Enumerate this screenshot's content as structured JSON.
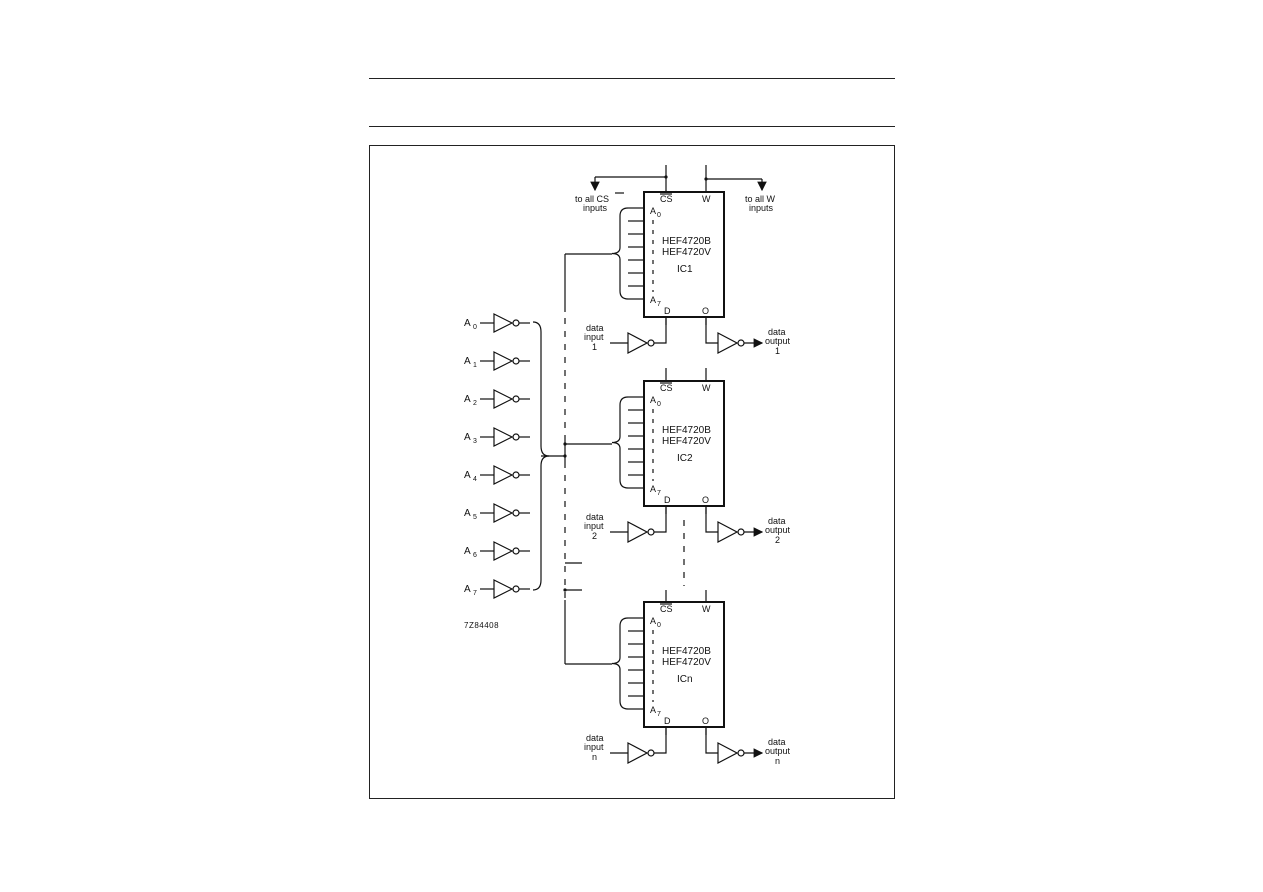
{
  "figure_code": "7Z84408",
  "address_inputs": [
    {
      "letter": "A",
      "index": "0"
    },
    {
      "letter": "A",
      "index": "1"
    },
    {
      "letter": "A",
      "index": "2"
    },
    {
      "letter": "A",
      "index": "3"
    },
    {
      "letter": "A",
      "index": "4"
    },
    {
      "letter": "A",
      "index": "5"
    },
    {
      "letter": "A",
      "index": "6"
    },
    {
      "letter": "A",
      "index": "7"
    }
  ],
  "top_labels": {
    "to_cs": [
      "to all CS",
      "inputs"
    ],
    "to_w": [
      "to all W",
      "inputs"
    ]
  },
  "chips": [
    {
      "cs": "CS",
      "w": "W",
      "a0": "A",
      "a0_sub": "0",
      "a7": "A",
      "a7_sub": "7",
      "line1": "HEF4720B",
      "line2": "HEF4720V",
      "ic": "IC1",
      "d": "D",
      "o": "O",
      "data_input": [
        "data",
        "input",
        "1"
      ],
      "data_output": [
        "data",
        "output",
        "1"
      ]
    },
    {
      "cs": "CS",
      "w": "W",
      "a0": "A",
      "a0_sub": "0",
      "a7": "A",
      "a7_sub": "7",
      "line1": "HEF4720B",
      "line2": "HEF4720V",
      "ic": "IC2",
      "d": "D",
      "o": "O",
      "data_input": [
        "data",
        "input",
        "2"
      ],
      "data_output": [
        "data",
        "output",
        "2"
      ]
    },
    {
      "cs": "CS",
      "w": "W",
      "a0": "A",
      "a0_sub": "0",
      "a7": "A",
      "a7_sub": "7",
      "line1": "HEF4720B",
      "line2": "HEF4720V",
      "ic": "ICn",
      "d": "D",
      "o": "O",
      "data_input": [
        "data",
        "input",
        "n"
      ],
      "data_output": [
        "data",
        "output",
        "n"
      ]
    }
  ]
}
